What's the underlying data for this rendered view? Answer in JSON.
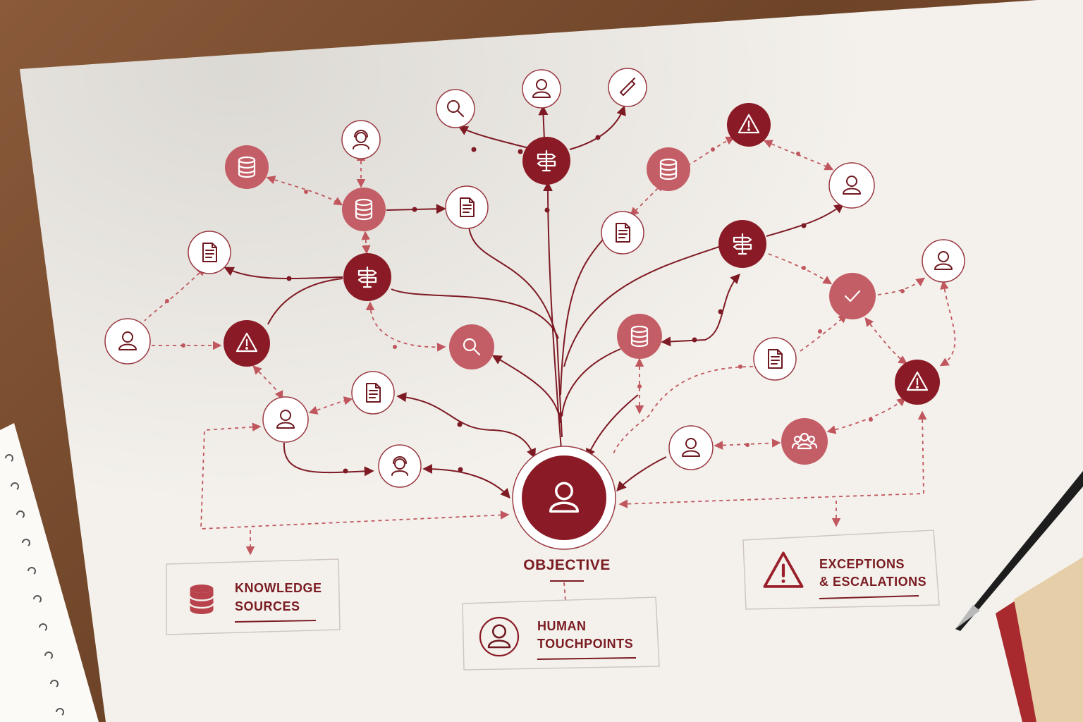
{
  "diagram": {
    "center_label": "OBJECTIVE",
    "legend": {
      "knowledge": {
        "line1": "KNOWLEDGE",
        "line2": "SOURCES",
        "icon": "database-icon"
      },
      "human": {
        "line1": "HUMAN",
        "line2": "TOUCHPOINTS",
        "icon": "person-icon"
      },
      "exceptions": {
        "line1": "EXCEPTIONS",
        "line2": "& ESCALATIONS",
        "icon": "warning-icon"
      }
    },
    "colors": {
      "dark_red": "#8a1b26",
      "medium_red": "#c45e66",
      "outline": "#9a3a42",
      "paper": "#f4f1ec"
    },
    "node_icons": [
      "search-icon",
      "person-icon",
      "pen-icon",
      "signpost-icon",
      "warning-icon",
      "database-icon",
      "document-icon",
      "check-icon",
      "group-icon",
      "support-agent-icon"
    ]
  }
}
